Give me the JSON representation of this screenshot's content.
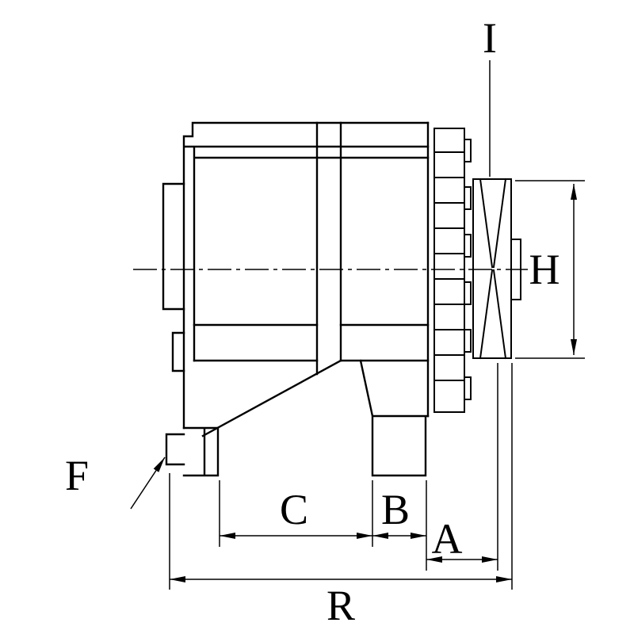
{
  "diagram": {
    "background_color": "#ffffff",
    "line_color": "#000000",
    "labels": {
      "i": "I",
      "h": "H",
      "f": "F",
      "c": "C",
      "b": "B",
      "a": "A",
      "r": "R"
    }
  }
}
